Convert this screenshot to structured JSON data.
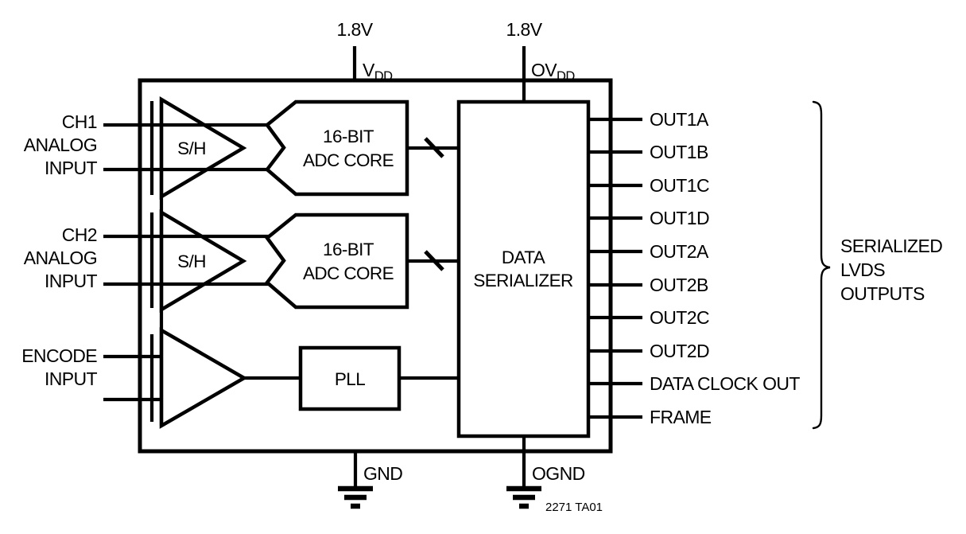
{
  "colors": {
    "line": "#000000",
    "background": "#ffffff"
  },
  "power": {
    "vdd_voltage": "1.8V",
    "ovdd_voltage": "1.8V",
    "vdd_label_main": "V",
    "vdd_label_sub": "DD",
    "ovdd_label_main": "OV",
    "ovdd_label_sub": "DD",
    "gnd_label": "GND",
    "ognd_label": "OGND"
  },
  "inputs": {
    "ch1": {
      "line1": "CH1",
      "line2": "ANALOG",
      "line3": "INPUT"
    },
    "ch2": {
      "line1": "CH2",
      "line2": "ANALOG",
      "line3": "INPUT"
    },
    "encode": {
      "line1": "ENCODE",
      "line2": "INPUT"
    }
  },
  "blocks": {
    "sh1_label": "S/H",
    "sh2_label": "S/H",
    "adc1": {
      "line1": "16-BIT",
      "line2": "ADC CORE"
    },
    "adc2": {
      "line1": "16-BIT",
      "line2": "ADC CORE"
    },
    "pll_label": "PLL",
    "serializer": {
      "line1": "DATA",
      "line2": "SERIALIZER"
    }
  },
  "outputs": [
    "OUT1A",
    "OUT1B",
    "OUT1C",
    "OUT1D",
    "OUT2A",
    "OUT2B",
    "OUT2C",
    "OUT2D",
    "DATA CLOCK OUT",
    "FRAME"
  ],
  "output_group": {
    "line1": "SERIALIZED",
    "line2": "LVDS",
    "line3": "OUTPUTS"
  },
  "footnote": "2271 TA01"
}
